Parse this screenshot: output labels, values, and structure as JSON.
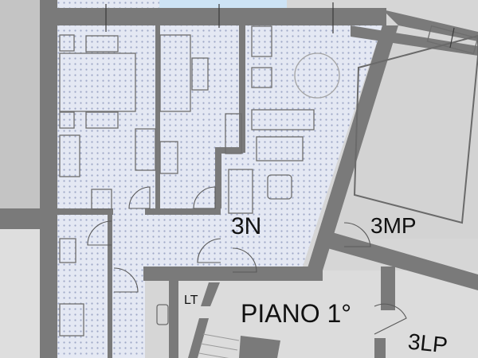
{
  "plan": {
    "type": "architectural floor plan",
    "floor_label": "PIANO 1°",
    "units": [
      {
        "id": "3N",
        "label": "3N",
        "highlighted": true
      },
      {
        "id": "3MP",
        "label": "3MP",
        "highlighted": false
      },
      {
        "id": "3LP",
        "label": "3LP",
        "highlighted": false
      }
    ],
    "service_labels": [
      {
        "id": "LT",
        "label": "LT"
      }
    ]
  },
  "colors": {
    "wall": "#7a7a7a",
    "highlight_fill": "#e4e8f3",
    "highlight_dot": "#9ea8c6",
    "common_area": "#dcdcdc",
    "other_units": "#d3d3d3",
    "outside_sky": "#cde3f5",
    "lines": "#5a5a5a",
    "text": "#111111"
  }
}
